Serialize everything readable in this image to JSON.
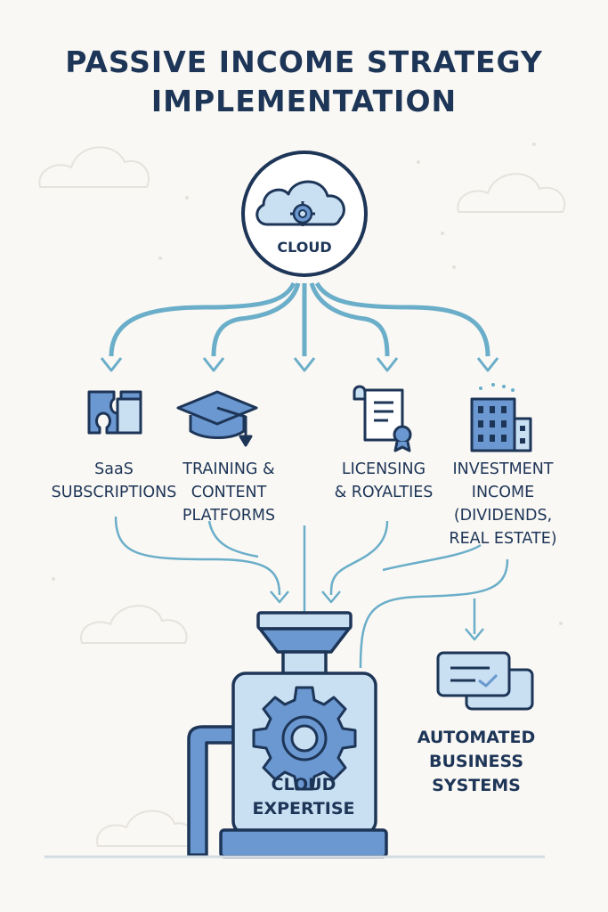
{
  "title": {
    "line1": "PASSIVE INCOME STRATEGY",
    "line2": "IMPLEMENTATION"
  },
  "hub": {
    "label": "CLOUD"
  },
  "streams": [
    {
      "line1": "SaaS",
      "line2": "SUBSCRIPTIONS",
      "line3": ""
    },
    {
      "line1": "TRAINING &",
      "line2": "CONTENT",
      "line3": "PLATFORMS"
    },
    {
      "line1": "LICENSING",
      "line2": "& ROYALTIES",
      "line3": ""
    },
    {
      "line1": "INVESTMENT",
      "line2": "INCOME",
      "line3": "(DIVIDENDS,",
      "line4": "REAL ESTATE)"
    }
  ],
  "machine": {
    "line1": "CLOUD",
    "line2": "EXPERTISE"
  },
  "automation": {
    "line1": "AUTOMATED",
    "line2": "BUSINESS",
    "line3": "SYSTEMS"
  },
  "colors": {
    "navy": "#1d3557",
    "arrow": "#6aaec9",
    "fill_light": "#c9dff2",
    "fill_mid": "#6b98d0",
    "background": "#faf8f4"
  }
}
